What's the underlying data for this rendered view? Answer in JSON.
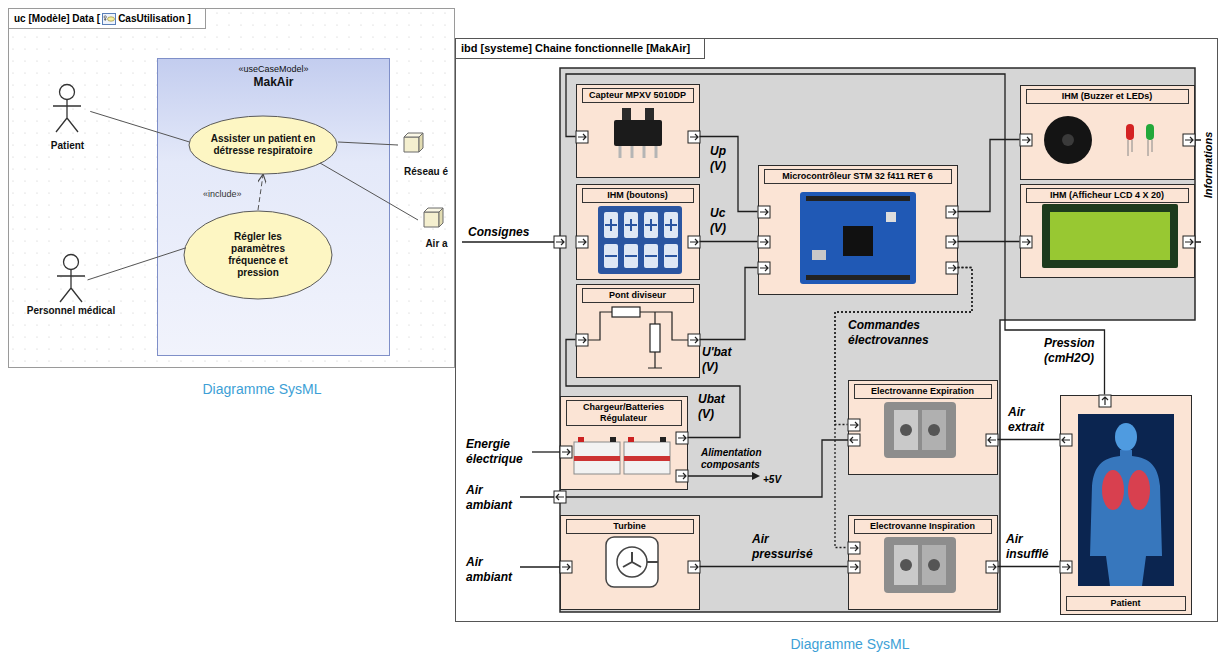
{
  "diagram": {
    "nodes": [
      {
        "text": [
          "uc [Modèle] Data [",
          "CasUtilisation ]"
        ]
      },
      {
        "text": [
          "«useCaseModel»",
          "MakAir"
        ],
        "in": 0
      },
      {
        "text": [
          "Patient"
        ],
        "in": 0
      },
      {
        "text": [
          "Assister un patient en détresse respiratoire"
        ],
        "in": 1
      },
      {
        "text": [
          "Réseau é"
        ],
        "in": 0
      },
      {
        "text": [
          "Air a"
        ],
        "in": 0
      },
      {
        "text": [
          "Régler les paramètres fréquence et pression"
        ],
        "in": 1
      },
      {
        "text": [
          "Personnel médical"
        ],
        "in": 0
      },
      {
        "text": [
          "ibd [systeme] Chaine fonctionnelle [MakAir]"
        ]
      },
      {
        "text": [
          "Capteur MPXV 5010DP"
        ],
        "in": 8
      },
      {
        "text": [
          "IHM (Buzzer et LEDs)"
        ],
        "in": 8
      },
      {
        "text": [
          "IHM (boutons)"
        ],
        "in": 8
      },
      {
        "text": [
          "Microcontrôleur STM 32 f411 RET 6"
        ],
        "in": 8
      },
      {
        "text": [
          "IHM (Afficheur LCD 4 X 20)"
        ],
        "in": 8
      },
      {
        "text": [
          "Pont diviseur"
        ],
        "in": 8
      },
      {
        "text": [
          "Chargeur/Batteries Régulateur"
        ],
        "in": 8
      },
      {
        "text": [
          "Electrovanne Expiration"
        ],
        "in": 8
      },
      {
        "text": [
          "Patient"
        ],
        "in": 8
      },
      {
        "text": [
          "Turbine"
        ],
        "in": 8
      },
      {
        "text": [
          "Electrovanne Inspiration"
        ],
        "in": 8
      }
    ],
    "edges": [
      {
        "from": 2,
        "to": 3,
        "arrow": "none"
      },
      {
        "from": 3,
        "to": 4,
        "arrow": "none"
      },
      {
        "from": 3,
        "to": 5,
        "arrow": "none"
      },
      {
        "from": 7,
        "to": 6,
        "arrow": "none"
      },
      {
        "from": 6,
        "to": 3,
        "label": "«include»",
        "arrow": "to"
      },
      {
        "from": 9,
        "to": 12,
        "label": "Up (V)",
        "arrow": "none"
      },
      {
        "from": 11,
        "to": 12,
        "label": "Uc (V)",
        "arrow": "none"
      },
      {
        "from": 14,
        "to": 12,
        "label": "U'bat (V)",
        "arrow": "none"
      },
      {
        "from": 15,
        "to": 14,
        "label": "Ubat (V)",
        "arrow": "none"
      },
      {
        "from": 17,
        "to": 9,
        "label": "Pression (cmH2O)",
        "arrow": "none"
      },
      {
        "from": 12,
        "to": 10,
        "arrow": "none"
      },
      {
        "from": 12,
        "to": 13,
        "arrow": "none"
      },
      {
        "from": 12,
        "to": 16,
        "label": "Commandes électrovannes",
        "arrow": "none"
      },
      {
        "from": 12,
        "to": 19,
        "arrow": "none"
      },
      {
        "from": 17,
        "to": 16,
        "label": "Air extrait",
        "arrow": "none"
      },
      {
        "from": 18,
        "to": 19,
        "label": "Air pressurisé",
        "arrow": "none"
      },
      {
        "from": 19,
        "to": 17,
        "label": "Air insufflé",
        "arrow": "none"
      }
    ],
    "labels": [
      "Consignes",
      "Energie électrique",
      "Air ambiant",
      "Air ambiant",
      "Alimentation composants",
      "+5V",
      "Informations",
      "Diagramme SysML",
      "Diagramme SysML"
    ]
  }
}
